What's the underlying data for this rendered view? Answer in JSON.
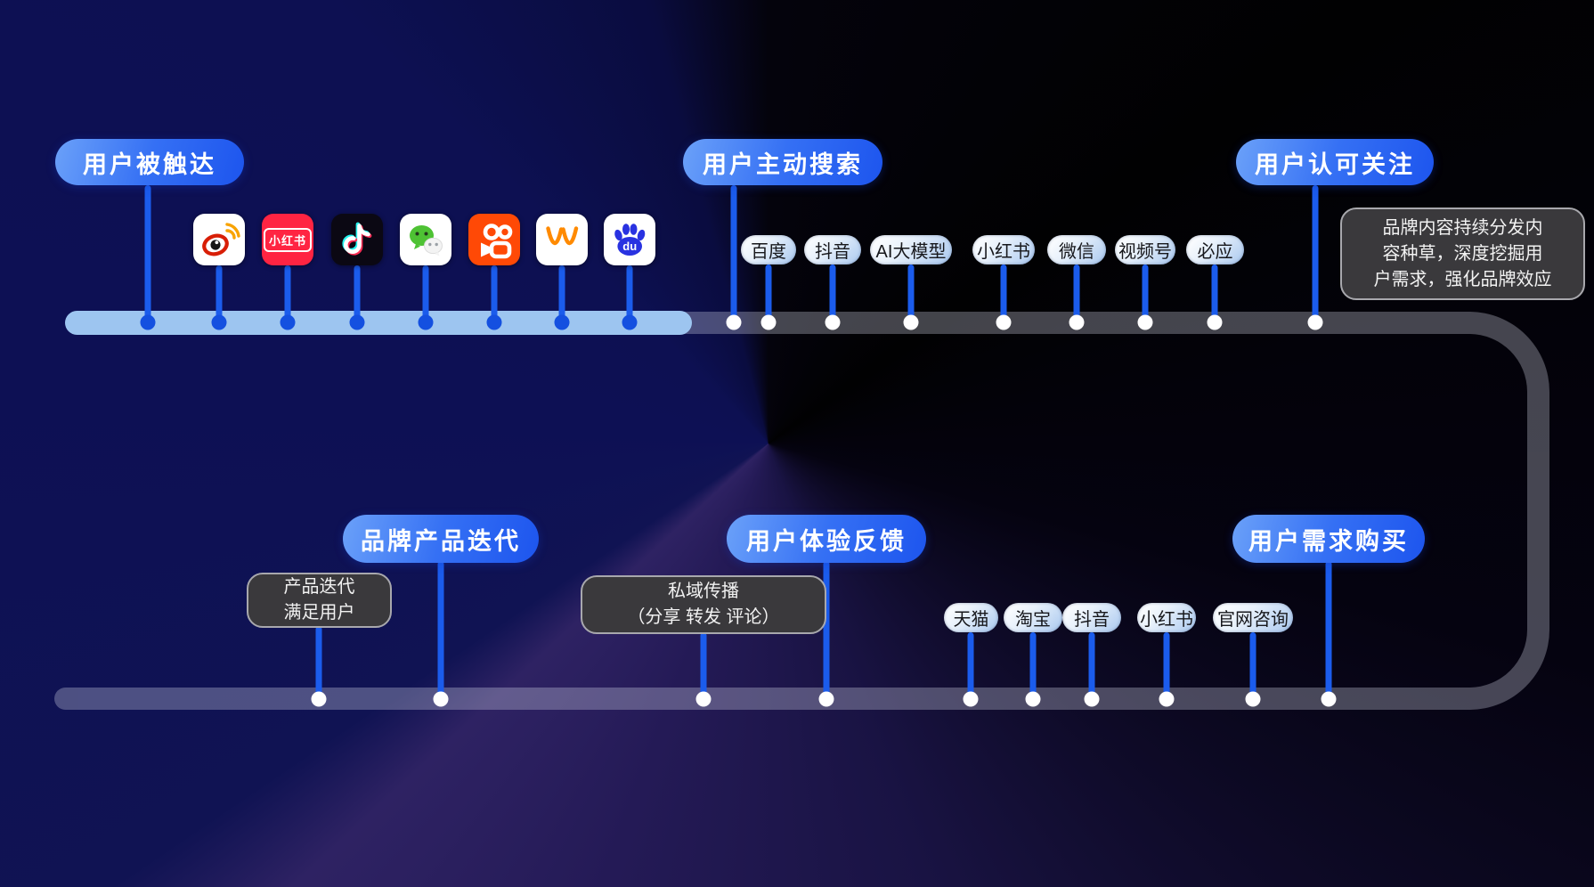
{
  "top": {
    "stage1": {
      "label": "用户被触达"
    },
    "stage2": {
      "label": "用户主动搜索"
    },
    "stage3": {
      "label": "用户认可关注"
    },
    "reach_icons": [
      {
        "name": "weibo"
      },
      {
        "name": "xiaohongshu",
        "label": "小红书"
      },
      {
        "name": "douyin"
      },
      {
        "name": "wechat"
      },
      {
        "name": "kuaishou"
      },
      {
        "name": "huya-w"
      },
      {
        "name": "baidu",
        "label": "du"
      }
    ],
    "search_channels": [
      "百度",
      "抖音",
      "AI大模型",
      "小红书",
      "微信",
      "视频号",
      "必应"
    ],
    "follow_note_lines": [
      "品牌内容持续分发内",
      "容种草，深度挖掘用",
      "户需求，强化品牌效应"
    ]
  },
  "bottom": {
    "stage1": {
      "label": "品牌产品迭代"
    },
    "stage2": {
      "label": "用户体验反馈"
    },
    "stage3": {
      "label": "用户需求购买"
    },
    "iteration_note_lines": [
      "产品迭代",
      "满足用户"
    ],
    "private_note_lines": [
      "私域传播",
      "（分享 转发 评论）"
    ],
    "purchase_channels": [
      "天猫",
      "淘宝",
      "抖音",
      "小红书",
      "官网咨询"
    ]
  },
  "colors": {
    "stage_pill_blue": "#2a67f2",
    "connector_blue": "#1b5cec",
    "track_light_blue": "#9dc5f0",
    "track_gray": "rgba(222,226,240,0.30)",
    "note_box_bg": "#3a393c"
  }
}
